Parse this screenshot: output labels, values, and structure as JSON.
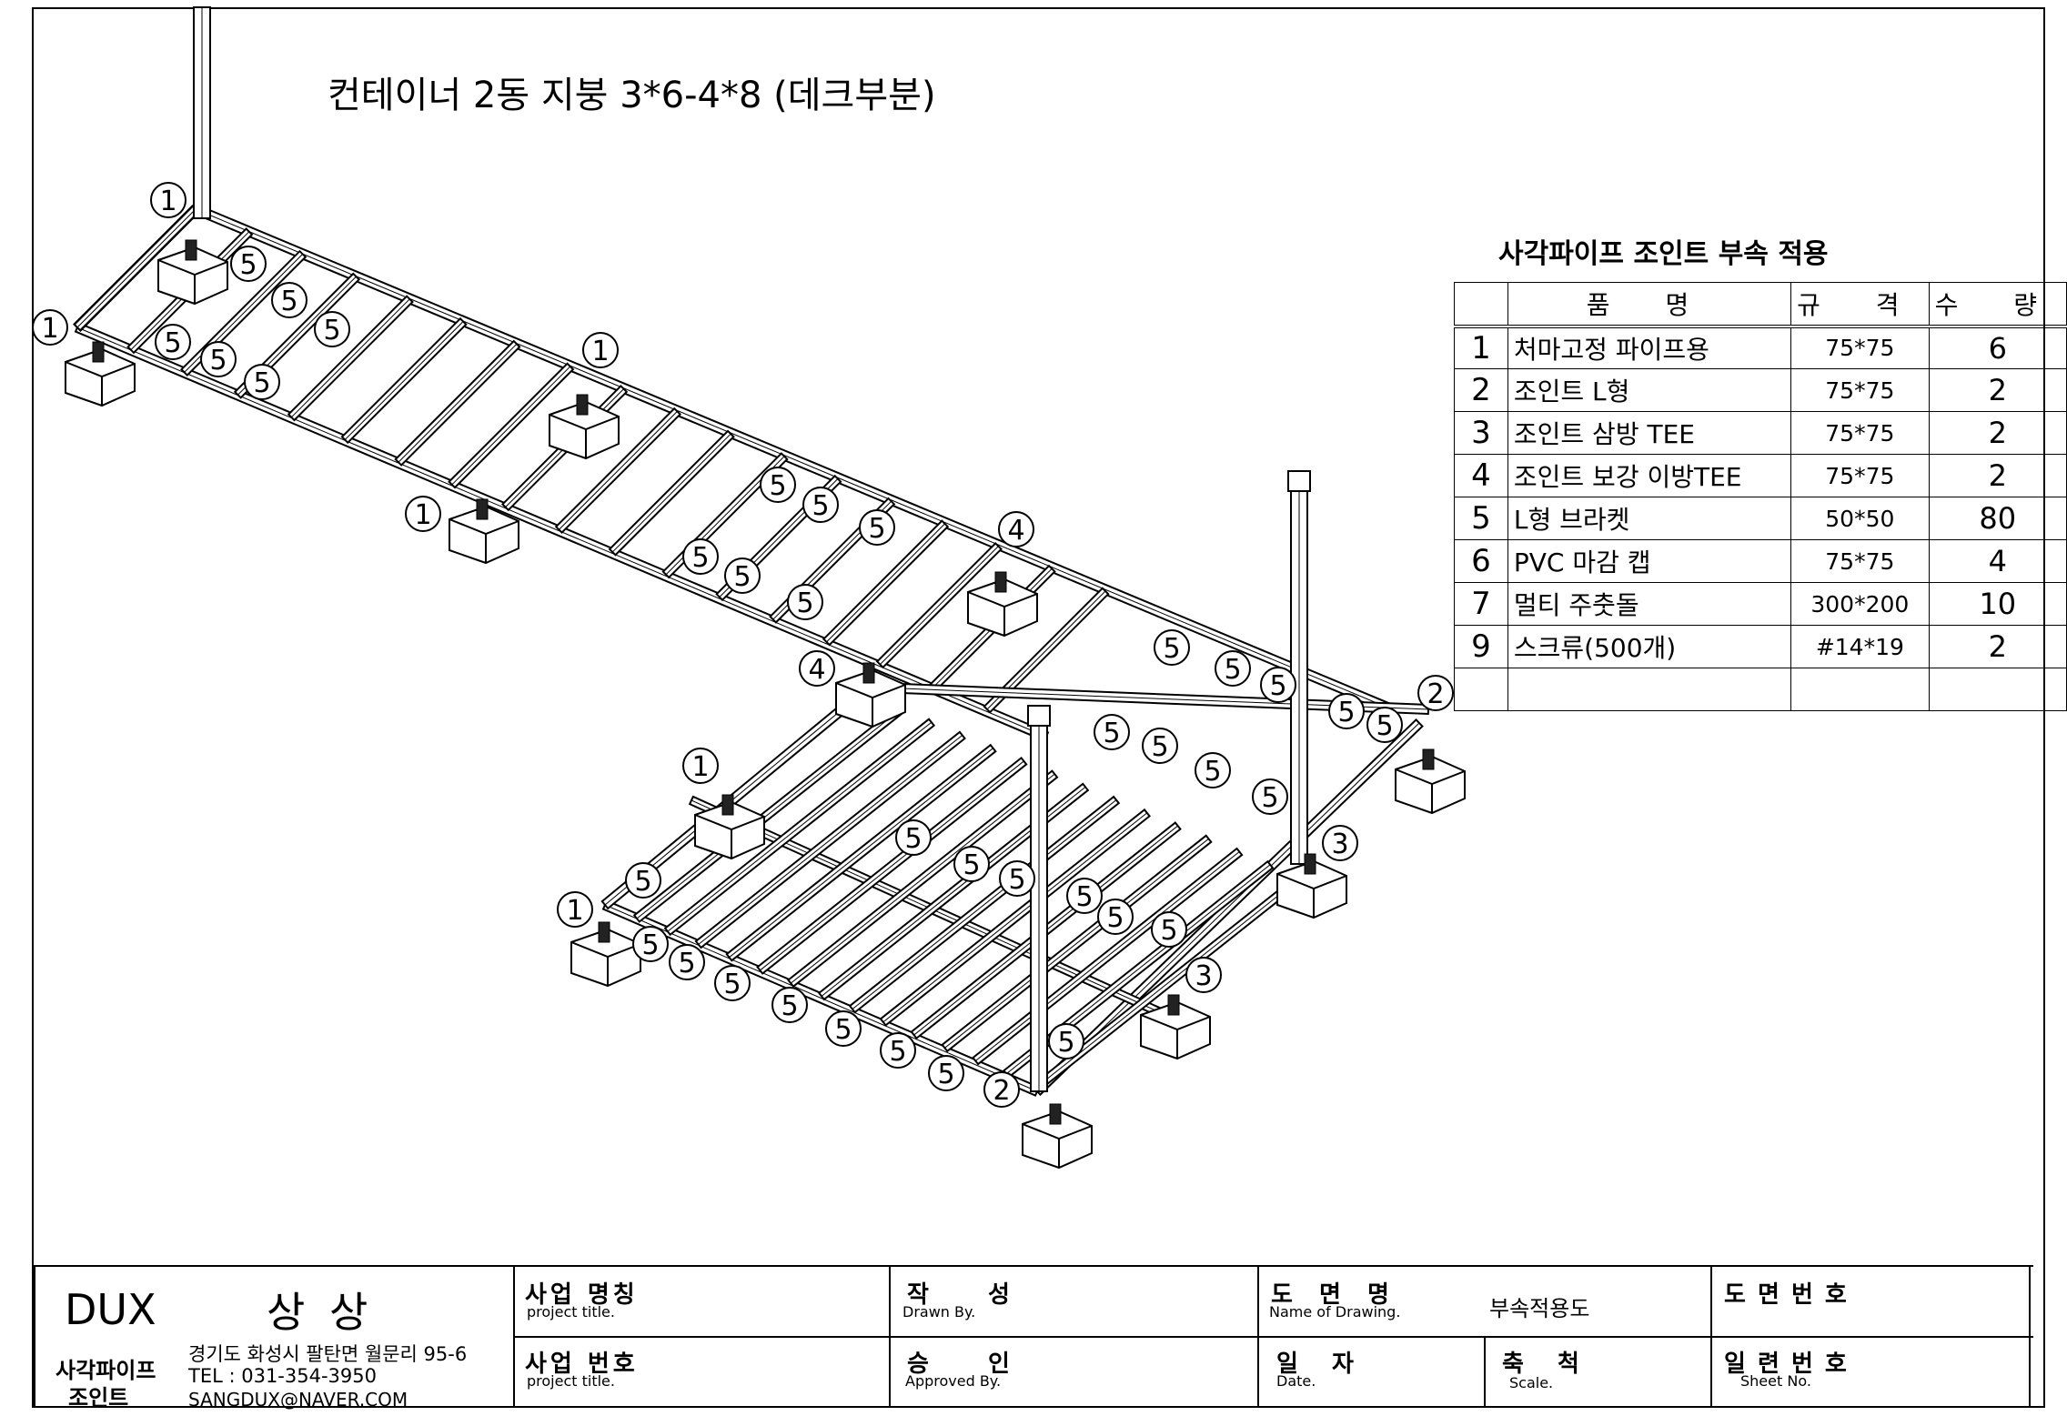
{
  "drawing_title": "컨테이너 2동 지붕 3*6-4*8 (데크부분)",
  "parts_table": {
    "title": "사각파이프 조인트 부속 적용",
    "headers": {
      "name": "품 명",
      "spec": "규 격",
      "qty": "수 량"
    },
    "rows": [
      {
        "no": "1",
        "name": "처마고정 파이프용",
        "spec": "75*75",
        "qty": "6"
      },
      {
        "no": "2",
        "name": "조인트 L형",
        "spec": "75*75",
        "qty": "2"
      },
      {
        "no": "3",
        "name": "조인트 삼방 TEE",
        "spec": "75*75",
        "qty": "2"
      },
      {
        "no": "4",
        "name": "조인트 보강 이방TEE",
        "spec": "75*75",
        "qty": "2"
      },
      {
        "no": "5",
        "name": " L형 브라켓",
        "spec": "50*50",
        "qty": "80"
      },
      {
        "no": "6",
        "name": "PVC 마감 캡",
        "spec": "75*75",
        "qty": "4"
      },
      {
        "no": "7",
        "name": "멀티 주춧돌",
        "spec": "300*200",
        "qty": "10"
      },
      {
        "no": "9",
        "name": "스크류(500개)",
        "spec": "#14*19",
        "qty": "2"
      },
      {
        "no": "",
        "name": "",
        "spec": "",
        "qty": ""
      }
    ]
  },
  "callouts": [
    "1",
    "5",
    "4",
    "2",
    "3"
  ],
  "title_block": {
    "brand": "DUX",
    "company": "상 상",
    "product_line1": "사각파이프",
    "product_line2": "조인트",
    "address": "경기도 화성시 팔탄면 월문리 95-6",
    "tel": "TEL : 031-354-3950",
    "email": "SANGDUX@NAVER.COM",
    "project_name_label": "사업 명칭",
    "project_name_sub": "project title.",
    "project_no_label": "사업 번호",
    "project_no_sub": "project title.",
    "drawn_label": "작 성",
    "drawn_sub": "Drawn By.",
    "approved_label": "승 인",
    "approved_sub": "Approved By.",
    "drawing_name_label": "도 면 명",
    "drawing_name_sub": "Name of Drawing.",
    "drawing_name_value": "부속적용도",
    "date_label": "일 자",
    "date_sub": "Date.",
    "scale_label": "축 척",
    "scale_sub": "Scale.",
    "drawing_no_label": "도 면 번 호",
    "sheet_no_label": "일 련 번 호",
    "sheet_no_sub": "Sheet No."
  }
}
